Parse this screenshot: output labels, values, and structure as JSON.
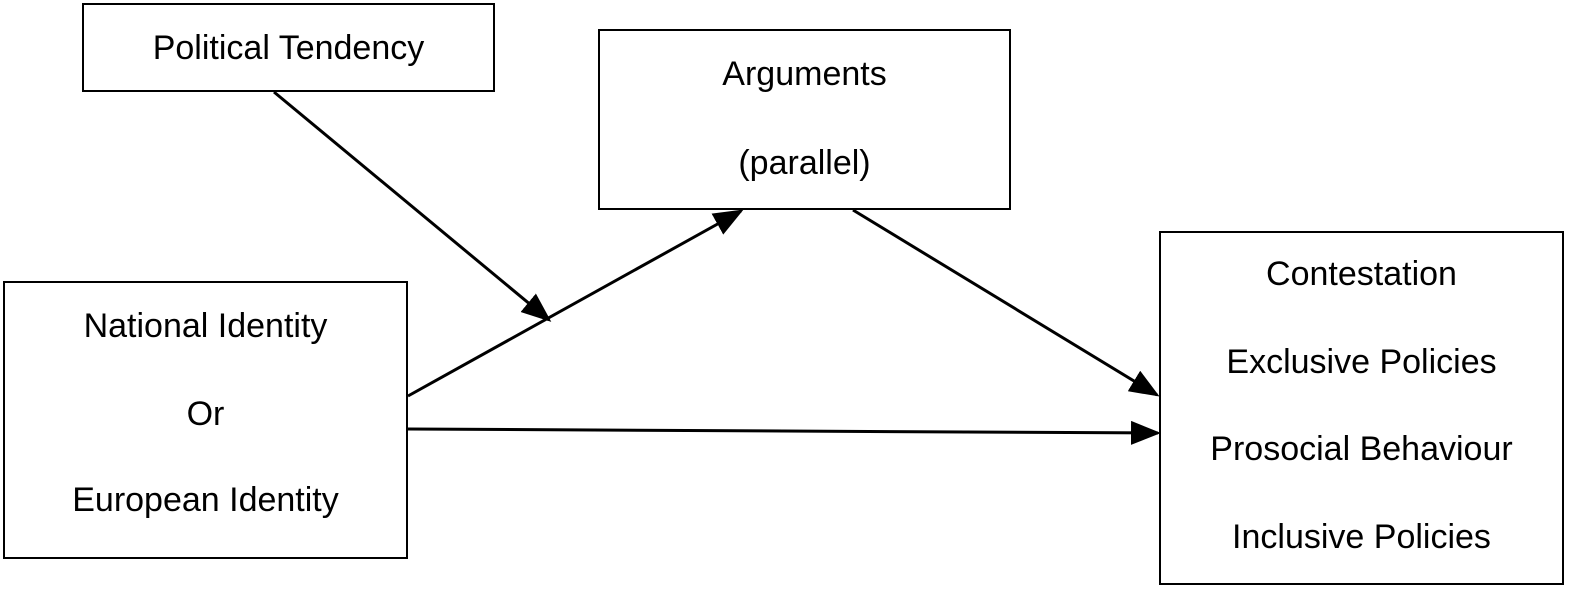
{
  "nodes": {
    "political": {
      "lines": [
        "Political Tendency"
      ]
    },
    "arguments": {
      "lines": [
        "Arguments",
        "(parallel)"
      ]
    },
    "identity": {
      "lines": [
        "National Identity",
        "Or",
        "European Identity"
      ]
    },
    "outcomes": {
      "lines": [
        "Contestation",
        "Exclusive Policies",
        "Prosocial Behaviour",
        "Inclusive Policies"
      ]
    }
  },
  "colors": {
    "stroke": "#000000",
    "background": "#ffffff"
  }
}
